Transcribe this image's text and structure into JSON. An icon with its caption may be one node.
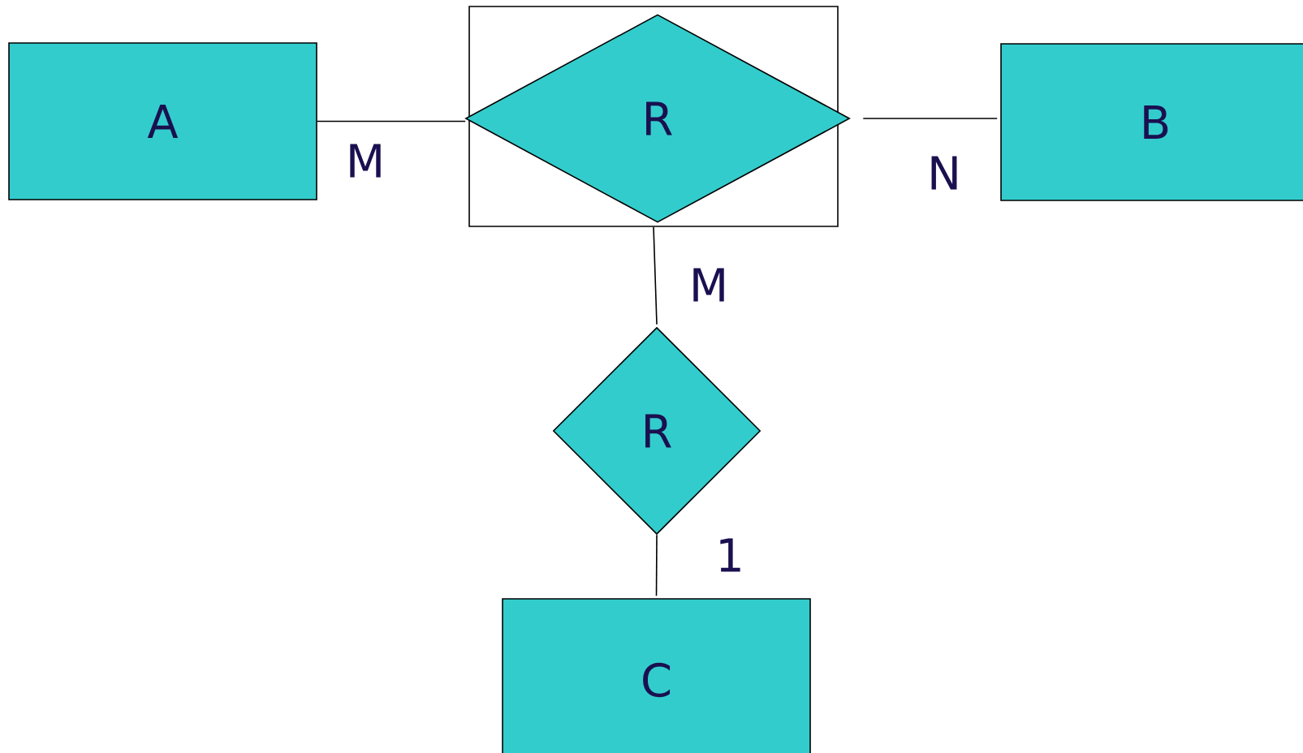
{
  "diagram": {
    "nodes": [
      {
        "text": [
          "A"
        ]
      },
      {
        "text": [],
        "shape": "box"
      },
      {
        "text": [
          "R"
        ],
        "in": 1
      },
      {
        "text": [
          "B"
        ]
      },
      {
        "text": [
          "R"
        ]
      },
      {
        "text": [
          "C"
        ]
      }
    ],
    "edges": [
      {
        "from": 0,
        "to": 1,
        "arrow": "none",
        "label": "M"
      },
      {
        "from": 2,
        "to": 3,
        "arrow": "none",
        "label": "N"
      },
      {
        "from": 1,
        "to": 4,
        "arrow": "none",
        "label": "M"
      },
      {
        "from": 4,
        "to": 5,
        "arrow": "none",
        "label": "1"
      }
    ]
  }
}
